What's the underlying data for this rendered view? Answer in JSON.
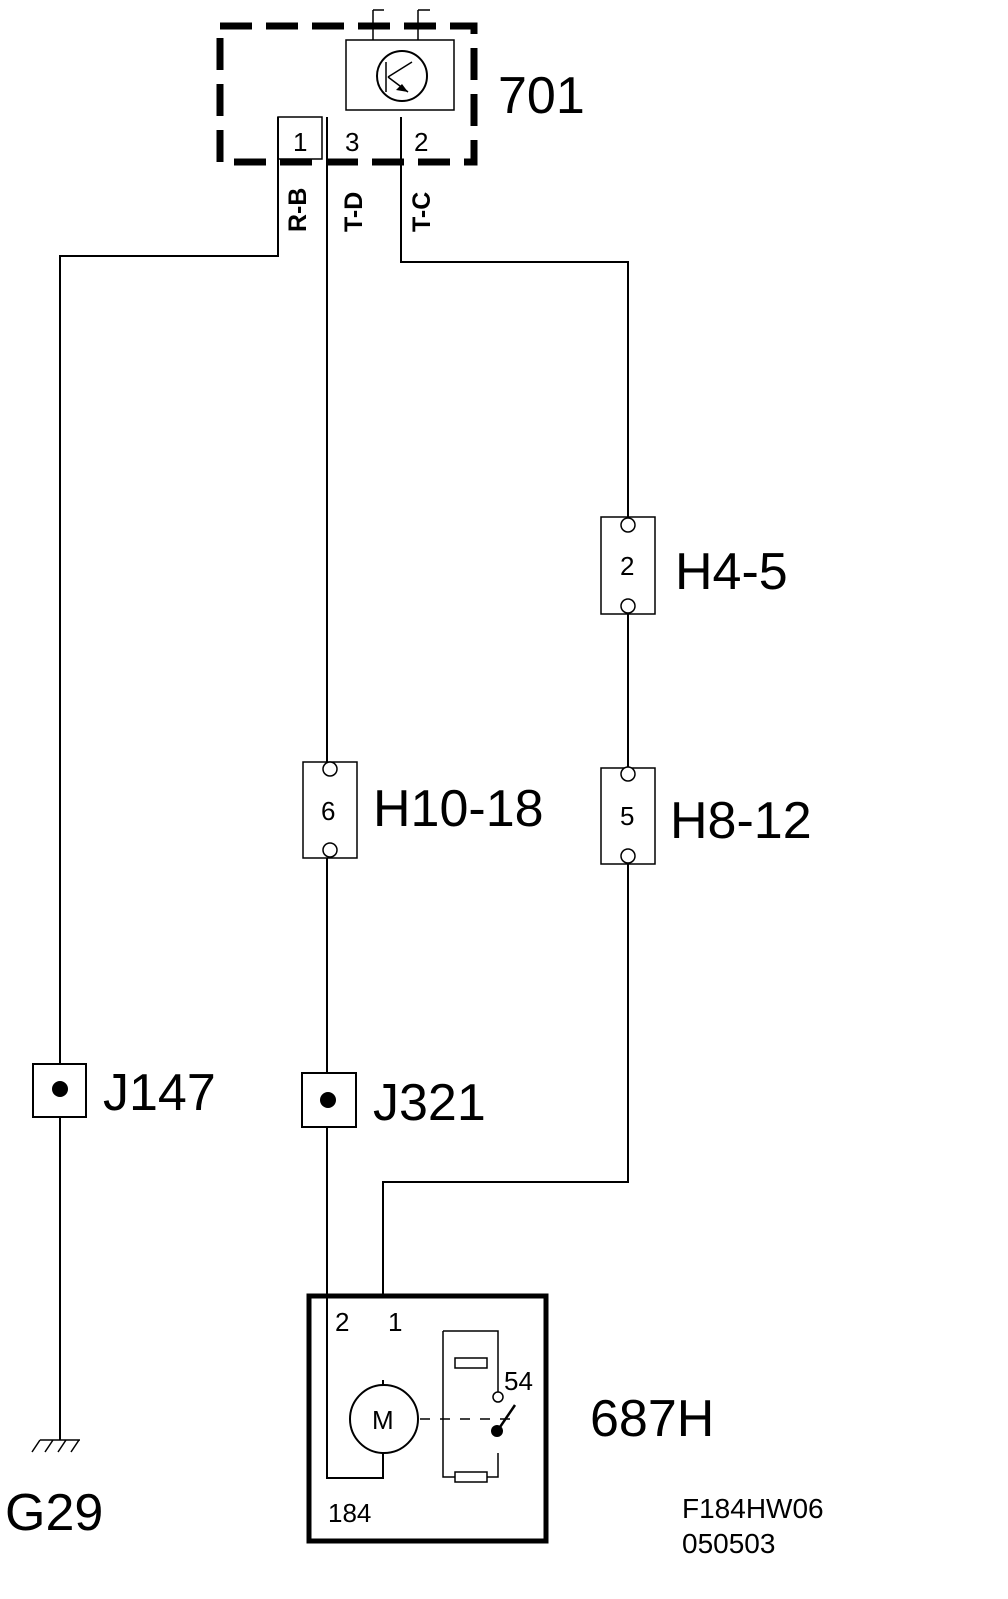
{
  "components": {
    "sensor_701": {
      "label": "701",
      "pins": [
        "1",
        "3",
        "2"
      ]
    },
    "motor_687H": {
      "label": "687H",
      "pins": [
        "2",
        "1"
      ],
      "sub_label": "184",
      "switch_label": "54",
      "motor_symbol": "M"
    },
    "ground_G29": {
      "label": "G29"
    }
  },
  "wire_colors": {
    "pin1": "R-B",
    "pin3": "T-D",
    "pin2": "T-C"
  },
  "connectors": {
    "H4_5": {
      "label": "H4-5",
      "pin": "2"
    },
    "H8_12": {
      "label": "H8-12",
      "pin": "5"
    },
    "H10_18": {
      "label": "H10-18",
      "pin": "6"
    }
  },
  "junctions": {
    "J147": {
      "label": "J147"
    },
    "J321": {
      "label": "J321"
    }
  },
  "footer": {
    "code": "F184HW06",
    "date": "050503"
  }
}
